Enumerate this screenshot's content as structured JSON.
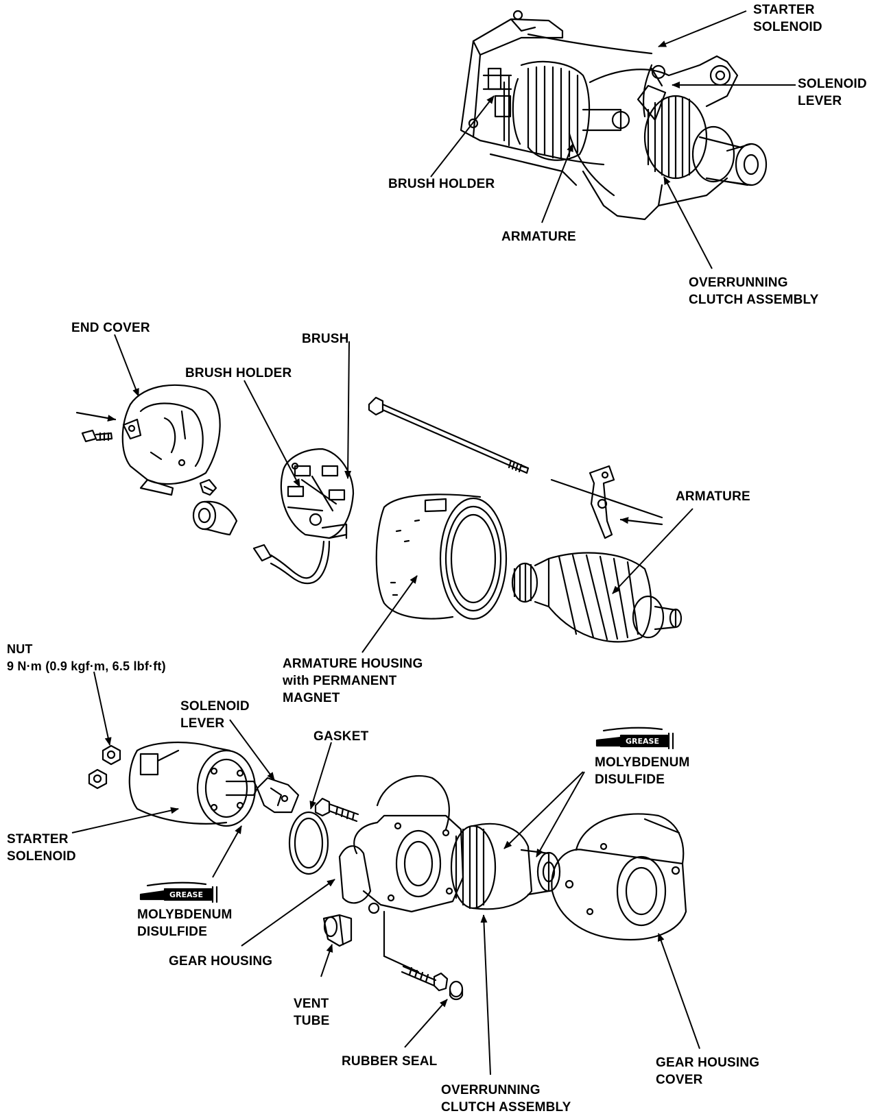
{
  "colors": {
    "ink": "#000000",
    "paper": "#ffffff"
  },
  "top_assembly": {
    "starter_solenoid": [
      "STARTER",
      "SOLENOID"
    ],
    "solenoid_lever": [
      "SOLENOID",
      "LEVER"
    ],
    "brush_holder": "BRUSH HOLDER",
    "armature": "ARMATURE",
    "overrunning_clutch": [
      "OVERRUNNING",
      "CLUTCH ASSEMBLY"
    ]
  },
  "exploded_view": {
    "end_cover": "END COVER",
    "brush": "BRUSH",
    "brush_holder": "BRUSH HOLDER",
    "armature": "ARMATURE",
    "armature_housing": [
      "ARMATURE HOUSING",
      "with PERMANENT",
      "MAGNET"
    ],
    "nut": [
      "NUT",
      "9 N·m (0.9 kgf·m, 6.5 lbf·ft)"
    ],
    "solenoid_lever": [
      "SOLENOID",
      "LEVER"
    ],
    "gasket": "GASKET",
    "molybdenum_right": [
      "MOLYBDENUM",
      "DISULFIDE"
    ],
    "starter_solenoid": [
      "STARTER",
      "SOLENOID"
    ],
    "molybdenum_left": [
      "MOLYBDENUM",
      "DISULFIDE"
    ],
    "gear_housing": "GEAR HOUSING",
    "vent_tube": [
      "VENT",
      "TUBE"
    ],
    "rubber_seal": "RUBBER SEAL",
    "gear_housing_cover": [
      "GEAR HOUSING",
      "COVER"
    ],
    "overrunning_clutch": [
      "OVERRUNNING",
      "CLUTCH ASSEMBLY"
    ]
  },
  "grease_tag": "GREASE"
}
